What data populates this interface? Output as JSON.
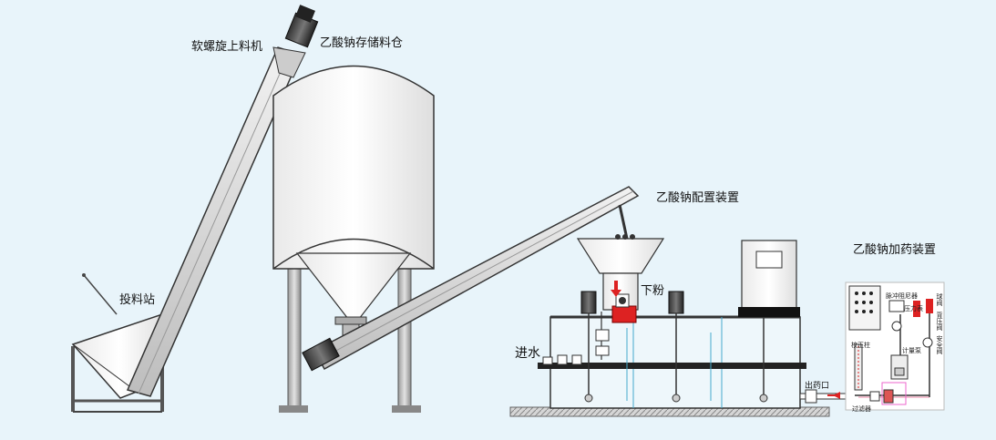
{
  "labels": {
    "screw_conveyor": "软螺旋上料机",
    "storage_silo": "乙酸钠存储料仓",
    "loading_station": "投料站",
    "preparation_unit": "乙酸钠配置装置",
    "dosing_unit": "乙酸钠加药装置",
    "powder_inlet": "下粉",
    "water_inlet": "进水",
    "outlet": "出药口",
    "pulse_damper": "脉冲阻尼器",
    "pressure_gauge": "压力表",
    "ball_valve": "球阀",
    "back_pressure_valve": "背压阀",
    "safety_valve": "安全阀",
    "calibration_column": "校正柱",
    "metering_pump": "计量泵",
    "filter": "过滤器"
  }
}
